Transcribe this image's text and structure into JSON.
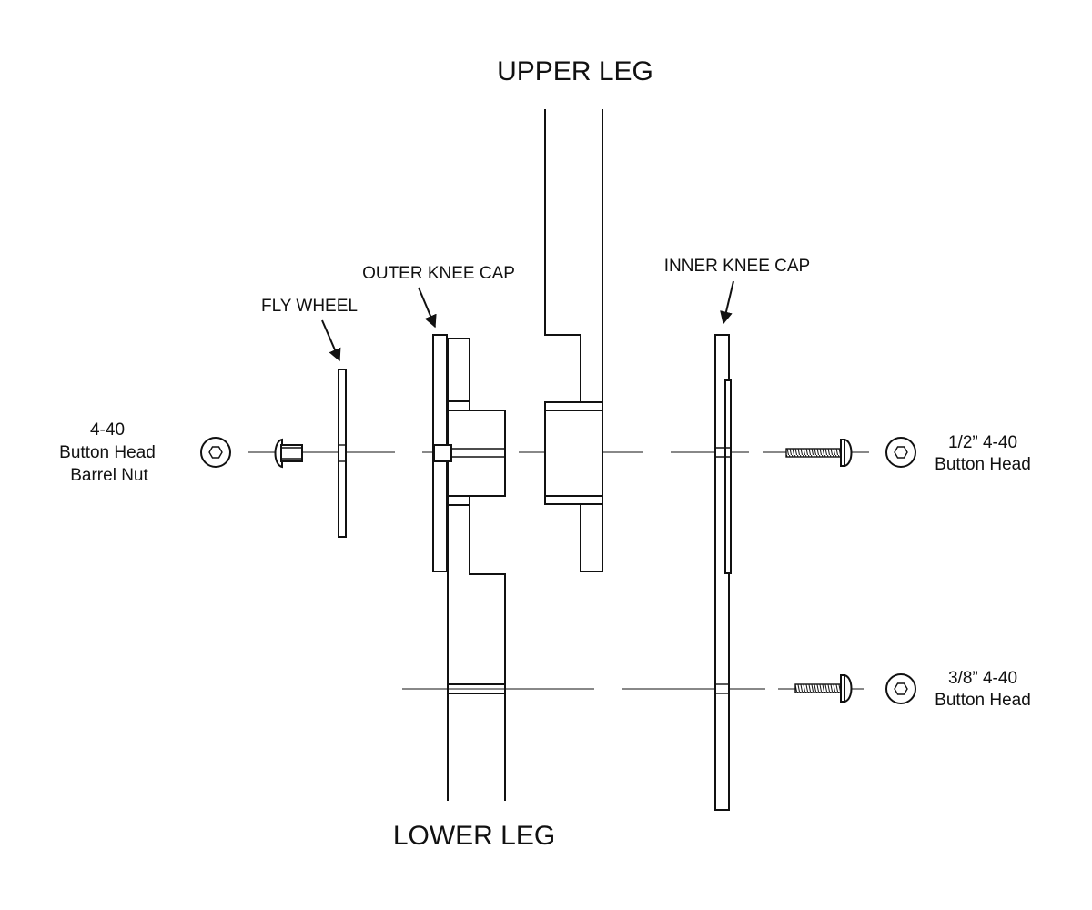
{
  "diagram": {
    "title_upper": "UPPER LEG",
    "title_lower": "LOWER LEG",
    "callouts": {
      "fly_wheel": "FLY WHEEL",
      "outer_knee_cap": "OUTER KNEE CAP",
      "inner_knee_cap": "INNER KNEE CAP"
    },
    "hardware": {
      "barrel_nut": [
        "4-40",
        "Button Head",
        "Barrel Nut"
      ],
      "screw_half_inch": [
        "1/2” 4-40",
        "Button Head"
      ],
      "screw_three_eighths": [
        "3/8” 4-40",
        "Button Head"
      ]
    },
    "icons": {
      "hex_socket": "hex-socket-icon",
      "barrel_nut": "barrel-nut-icon",
      "screw": "button-head-screw-icon",
      "arrow": "callout-arrow-icon"
    },
    "colors": {
      "ink": "#111111",
      "paper": "#ffffff"
    }
  }
}
